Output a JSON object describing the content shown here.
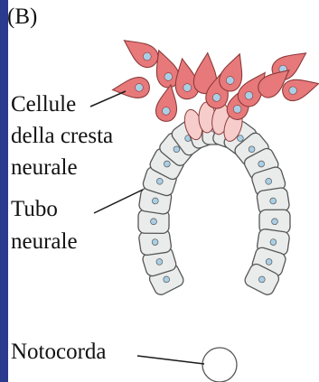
{
  "panel_label": "(B)",
  "labels": {
    "neural_crest": [
      "Cellule",
      "della cresta",
      "neurale"
    ],
    "neural_tube": [
      "Tubo",
      "neurale"
    ],
    "notochord": "Notocorda"
  },
  "colors": {
    "frame_border": "#2a3a8e",
    "tube_cell_fill": "#e9eceb",
    "tube_cell_stroke": "#565656",
    "nucleus_fill": "#a9cfe6",
    "crest_cell_fill": "#e7797a",
    "crest_cell_stroke": "#8c3a3a",
    "roof_cell_fill": "#f6cdcb",
    "notochord_fill": "#ffffff",
    "leader_line": "#1a1a1a"
  }
}
